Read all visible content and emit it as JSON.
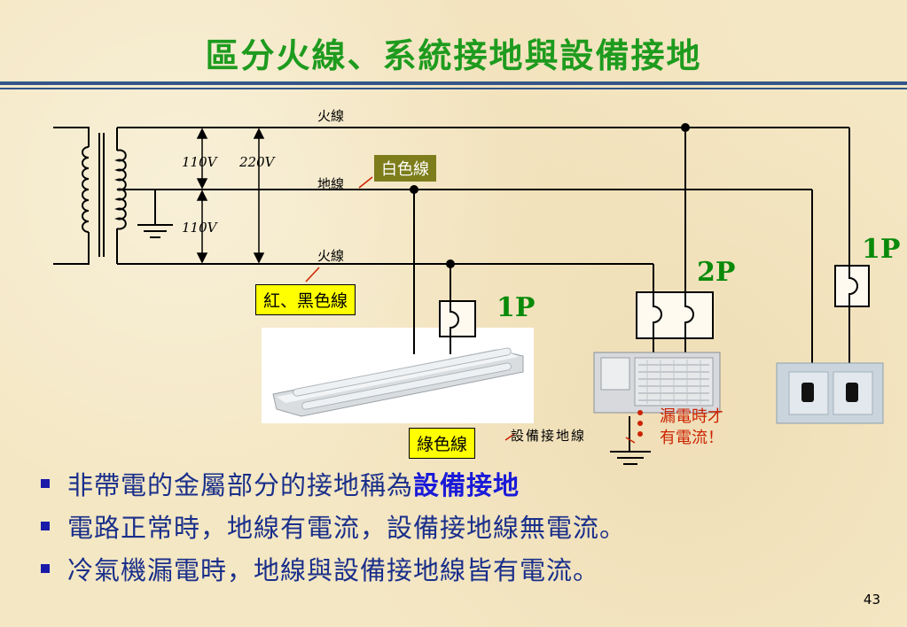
{
  "title": "區分火線、系統接地與設備接地",
  "diagram": {
    "live_wire_top": "火線",
    "ground_wire": "地線",
    "live_wire_bottom": "火線",
    "volt_top": "110V",
    "volt_total": "220V",
    "volt_bottom": "110V",
    "white_wire_label": "白色線",
    "red_black_label": "紅、黑色線",
    "green_wire_label": "綠色線",
    "equipment_ground_label": "設備接地線",
    "breaker_light": "1P",
    "breaker_ac": "2P",
    "breaker_outlet": "1P",
    "leak_note_1": "漏電時才",
    "leak_note_2": "有電流！"
  },
  "bullets": [
    {
      "text": "非帶電的金屬部分的接地稱為",
      "highlight": "設備接地"
    },
    {
      "text": "電路正常時，地線有電流，設備接地線無電流。",
      "highlight": ""
    },
    {
      "text": "冷氣機漏電時，地線與設備接地線皆有電流。",
      "highlight": ""
    }
  ],
  "page_number": "43",
  "colors": {
    "title": "#1e9b1e",
    "rule": "#33558a",
    "bullet": "#1a2f8a",
    "highlight": "#1a1ad8"
  }
}
